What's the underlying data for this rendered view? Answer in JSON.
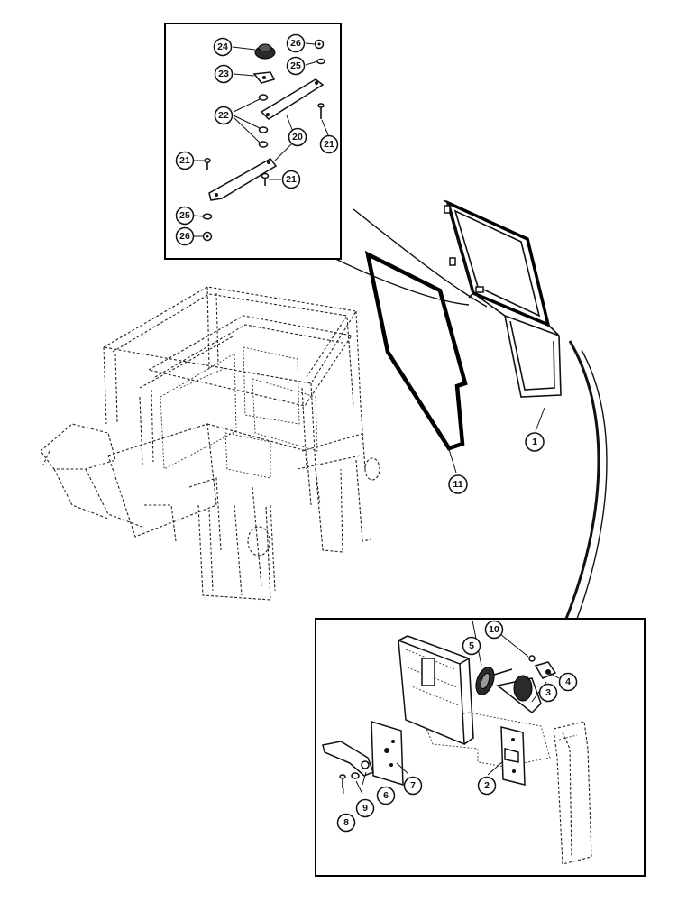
{
  "diagram": {
    "callouts": {
      "c1": "1",
      "c2": "2",
      "c3": "3",
      "c4": "4",
      "c5": "5",
      "c6": "6",
      "c7": "7",
      "c8": "8",
      "c9": "9",
      "c10": "10",
      "c11": "11",
      "c20": "20",
      "c21a": "21",
      "c21b": "21",
      "c21c": "21",
      "c22": "22",
      "c23": "23",
      "c24": "24",
      "c25a": "25",
      "c25b": "25",
      "c26a": "26",
      "c26b": "26"
    }
  }
}
